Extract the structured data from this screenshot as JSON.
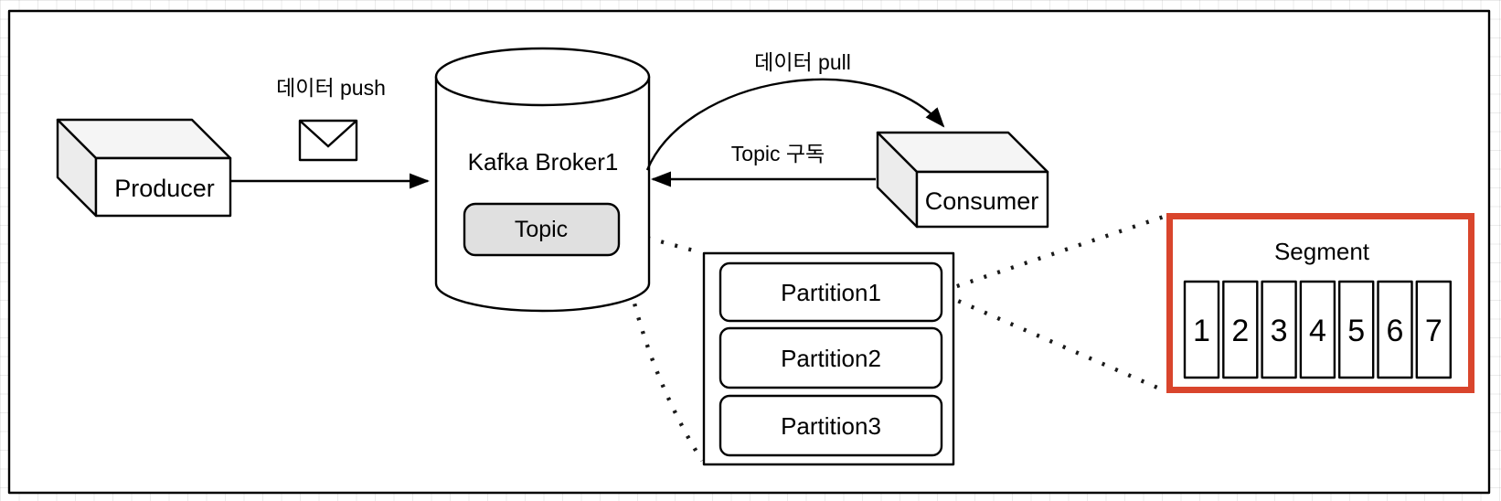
{
  "diagram": {
    "producer": {
      "label": "Producer"
    },
    "broker": {
      "label": "Kafka Broker1"
    },
    "topic": {
      "label": "Topic"
    },
    "consumer": {
      "label": "Consumer"
    },
    "labels": {
      "push": "데이터 push",
      "pull": "데이터 pull",
      "subscribe": "Topic 구독"
    },
    "partitions": [
      "Partition1",
      "Partition2",
      "Partition3"
    ],
    "segment": {
      "title": "Segment",
      "cells": [
        "1",
        "2",
        "3",
        "4",
        "5",
        "6",
        "7"
      ]
    },
    "colors": {
      "segment_border": "#D9452C",
      "topic_fill": "#E0E0E0",
      "cube_top": "#F5F5F5",
      "cube_side": "#ECECEC",
      "stroke": "#000000"
    }
  }
}
